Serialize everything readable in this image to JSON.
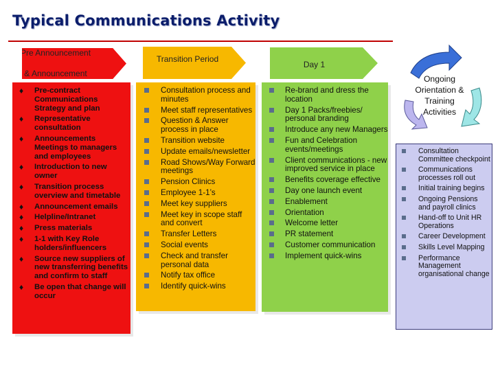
{
  "title": "Typical Communications Activity",
  "phases": {
    "pre": "Pre Announcement & Announcement",
    "pre_line1": "Pre Announcement",
    "pre_line2": "& Announcement",
    "transition": "Transition Period",
    "day1": "Day 1"
  },
  "cycle_label": "Ongoing Orientation & Training Activities",
  "cycle_lines": [
    "Ongoing",
    "Orientation &",
    "Training",
    "Activities"
  ],
  "pre_items": [
    "Pre-contract Communications Strategy and plan",
    "Representative consultation",
    "Announcements Meetings to managers and employees",
    "Introduction to new owner",
    "Transition process overview and timetable",
    "Announcement emails",
    "Helpline/Intranet",
    "Press materials",
    "1-1 with Key Role holders/influencers",
    "Source new suppliers of new transferring benefits and confirm to staff",
    "Be open that change will occur"
  ],
  "transition_items": [
    "Consultation   process and minutes",
    "Meet staff representatives",
    "Question & Answer process in place",
    "Transition website",
    "Update emails/newsletter",
    "Road Shows/Way Forward meetings",
    "Pension Clinics",
    "Employee 1-1’s",
    "Meet key  suppliers",
    "Meet key in scope staff and convert",
    "Transfer Letters",
    "Social events",
    "Check and transfer personal data",
    "Notify tax office",
    "Identify quick-wins"
  ],
  "day1_items": [
    "Re-brand and dress the location",
    "Day 1 Packs/freebies/ personal branding",
    "Introduce any new Managers",
    "Fun and Celebration events/meetings",
    "Client communications - new improved service in place",
    "Benefits coverage effective",
    "Day one launch  event",
    "Enablement",
    "Orientation",
    "Welcome letter",
    "PR statement",
    "Customer communication",
    "Implement quick-wins"
  ],
  "ongoing_items": [
    "Consultation Committee checkpoint",
    "Communications processes roll out",
    "Initial training begins",
    "Ongoing Pensions and payroll clinics",
    "Hand-off to Unit HR Operations",
    "Career Development",
    "Skills Level Mapping",
    "Performance Management organisational change"
  ],
  "colors": {
    "title": "#0b1d6b",
    "rule": "#c00000",
    "pre": "#ee1111",
    "transition": "#f7b800",
    "day1": "#8fd14a",
    "ongoing": "#ccccf0",
    "cycle_blue": "#3a6fd8",
    "cycle_teal": "#9ee6e6",
    "cycle_lavender": "#bcb6ee"
  },
  "icons": {
    "bullet_pre": "diamond-bullet",
    "bullet_other": "square-bullet"
  }
}
